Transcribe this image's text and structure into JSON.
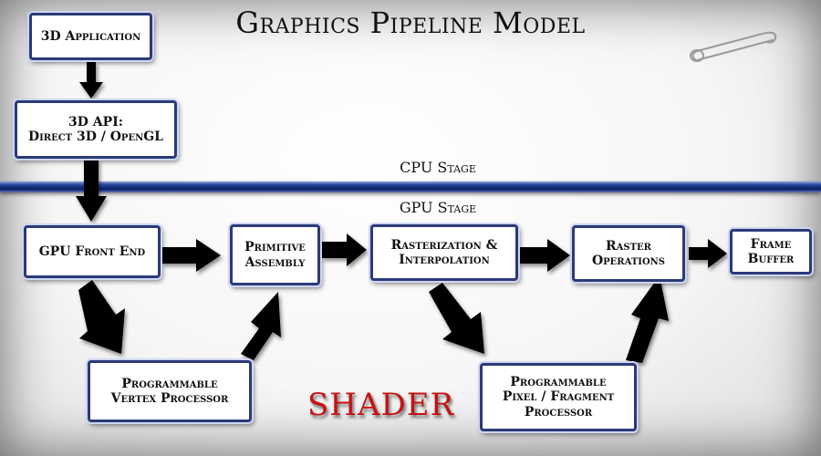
{
  "title": "Graphics Pipeline Model",
  "stages": {
    "cpu": "CPU Stage",
    "gpu": "GPU Stage"
  },
  "boxes": {
    "app": "3D Application",
    "api": "3D API:\nDirect 3D / OpenGL",
    "front_end": "GPU Front End",
    "primitive": "Primitive\nAssembly",
    "raster": "Rasterization &\nInterpolation",
    "raster_ops": "Raster\nOperations",
    "frame": "Frame\nBuffer",
    "vertex": "Programmable\nVertex Processor",
    "pixel": "Programmable\nPixel / Fragment\nProcessor"
  },
  "shader_label": "SHADER",
  "colors": {
    "box_border": "#2b3a78",
    "divider": "#0b1e63",
    "shader": "#c41212",
    "arrow": "#000000"
  },
  "icons": {
    "pin": "safety-pin-icon"
  }
}
